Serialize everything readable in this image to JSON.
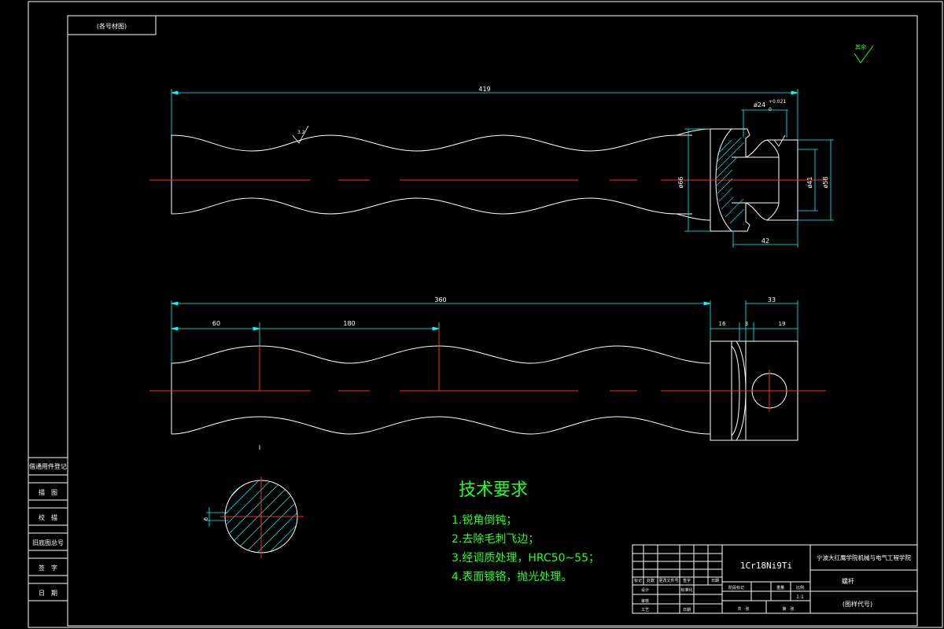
{
  "colors": {
    "background": "#000000",
    "outline": "#ffffff",
    "centerline": "#ff2a2a",
    "dimension": "#00ffff",
    "text_green": "#22ff22",
    "hatch": "#00ffff"
  },
  "top_left_box": {
    "label": "(各号材图)"
  },
  "top_right_mark": {
    "label": "其余"
  },
  "front_view": {
    "overall_length": "419",
    "bore_dim": "ø24",
    "bore_tol_upper": "+0.021",
    "bore_tol_lower": "0",
    "flange_dia": "ø66",
    "inner_dia": "ø41",
    "outer_dia": "ø58",
    "hub_length": "42",
    "roughness": "3.2"
  },
  "side_view": {
    "overall_length": "360",
    "pitch_first": "60",
    "pitch_second": "180",
    "hub_total": "33",
    "hub_a": "16",
    "hub_b": "3",
    "hub_c": "19",
    "section_mark": "I"
  },
  "section_view": {
    "dim": "6"
  },
  "tech_requirements": {
    "title": "技术要求",
    "items": [
      "1.锐角倒钝；",
      "2.去除毛刺飞边；",
      "3.经调质处理，HRC50~55；",
      "4.表面镀铬，抛光处理。"
    ]
  },
  "left_sidebar": {
    "items": [
      "借通用件登记",
      "描　图",
      "校　描",
      "旧底图总号",
      "签　字",
      "日　期"
    ]
  },
  "title_block": {
    "material": "1Cr18Ni9Ti",
    "school": "宁波大红鹰学院机械与电气工程学院",
    "part_name": "螺杆",
    "drawing_code": "(图样代号)",
    "scale": "1:1",
    "row_labels": [
      "标记",
      "处数",
      "更改文件号",
      "签字",
      "日期"
    ],
    "design": "设计",
    "standard": "标准化",
    "review": "审核",
    "process": "工艺",
    "approve": "日期",
    "stage_label": "阶段标记",
    "weight_label": "重量",
    "scale_label": "比例",
    "sheet_total": "共　张",
    "sheet_no": "第　张"
  }
}
